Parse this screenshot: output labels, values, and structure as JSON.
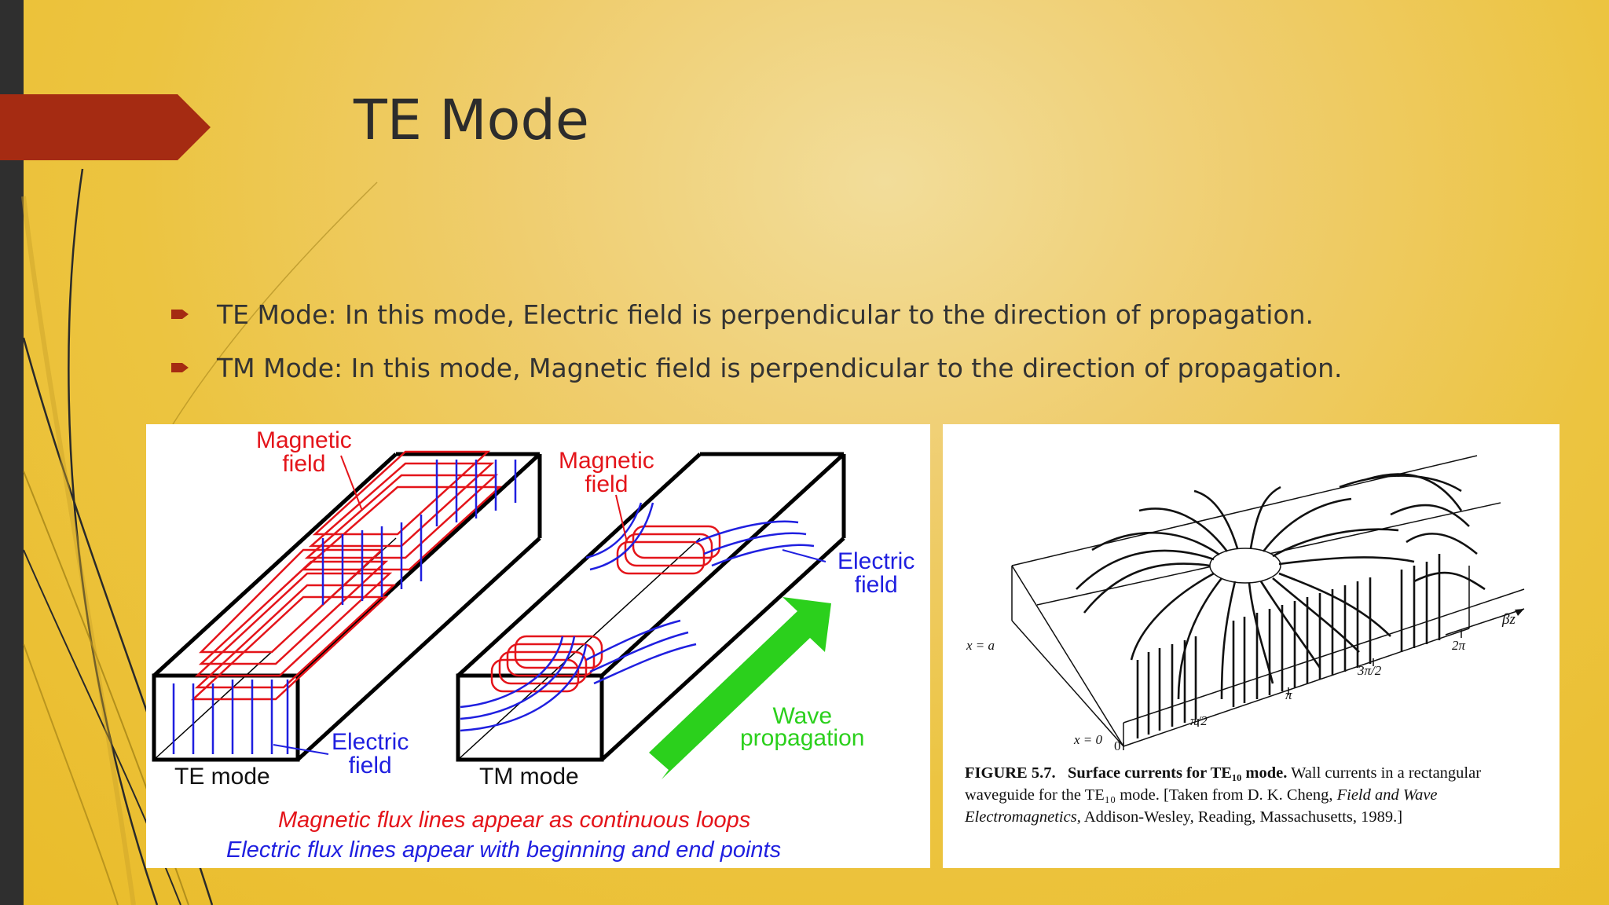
{
  "slide": {
    "title": "TE Mode",
    "bullets": [
      "TE Mode: In this mode, Electric field is perpendicular to the direction of propagation.",
      "TM Mode: In this mode, Magnetic field is perpendicular to the direction of propagation."
    ]
  },
  "left_figure": {
    "magnetic_field_label_1": "Magnetic",
    "magnetic_field_label_2": "field",
    "electric_field_label_1": "Electric",
    "electric_field_label_2": "field",
    "te_mode_label": "TE mode",
    "tm_mode_label": "TM mode",
    "wave_label_1": "Wave",
    "wave_label_2": "propagation",
    "caption_magnetic": "Magnetic flux lines appear as continuous loops",
    "caption_electric": "Electric flux lines appear with beginning and end points"
  },
  "right_figure": {
    "axis_beta_z": "βz",
    "x_eq_a": "x = a",
    "x_eq_0": "x = 0",
    "tick_0": "0",
    "tick_pi_2": "π/2",
    "tick_pi": "π",
    "tick_3pi_2": "3π/2",
    "tick_2pi": "2π",
    "caption_figure": "FIGURE 5.7.",
    "caption_bold": "Surface currents for TE₁₀ mode.",
    "caption_rest_1": "Wall currents in a rectangular waveguide for the TE₁₀ mode. [Taken from D. K. Cheng,",
    "caption_book": "Field and Wave Electromagnetics,",
    "caption_rest_2": "Addison-Wesley, Reading, Massachusetts, 1989.]"
  },
  "colors": {
    "accent_arrow": "#a52b12",
    "magnetic": "#e4141a",
    "electric": "#1f1fe0",
    "wave": "#2bd01c"
  }
}
